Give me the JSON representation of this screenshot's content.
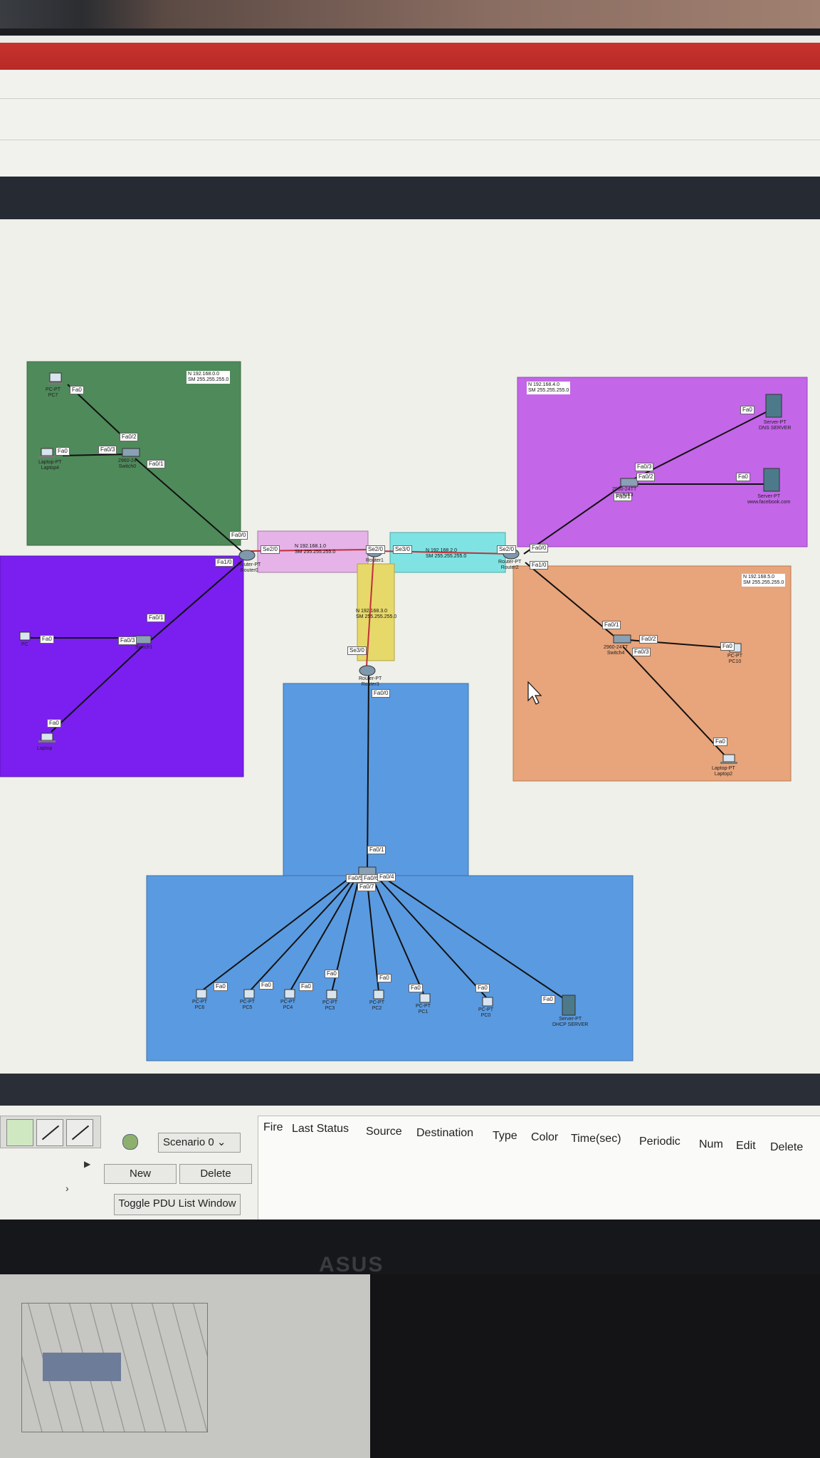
{
  "monitor": {
    "brand": "ASUS"
  },
  "topology": {
    "areas": {
      "top_left": {
        "network": "N 192.168.0.0",
        "mask": "SM 255.255.255.0",
        "color": "#4f8a5a"
      },
      "top_right": {
        "network": "N 192.168.4.0",
        "mask": "SM 255.255.255.0",
        "color": "#c366e8"
      },
      "mid_left": {
        "color": "#7a1ff0"
      },
      "mid_right": {
        "network": "N 192.168.5.0",
        "mask": "SM 255.255.255.0",
        "color": "#e8a47a"
      },
      "bottom": {
        "color": "#5a9ae0"
      },
      "link_left": {
        "network": "N 192.168.1.0",
        "mask": "SM 255.255.255.0",
        "color": "#e5b3e8"
      },
      "link_right": {
        "network": "N 192.168.2.0",
        "mask": "SM 255.255.255.0",
        "color": "#7fe3e3"
      },
      "link_down": {
        "network": "N 192.168.3.0",
        "mask": "SM 255.255.255.0",
        "color": "#e7d86a"
      }
    },
    "devices": {
      "pc7": "PC-PT\nPC7",
      "laptop4": "Laptop-PT\nLaptop4",
      "switch0": "2960-24\nSwitch0",
      "router0": "Router-PT\nRouter0",
      "router1": "Router1",
      "router2": "Router-PT\nRouter2",
      "router3": "Router-PT\nRouter3",
      "pc_left": "PC",
      "laptop_left": "Laptop",
      "switch_left": "Switch1",
      "dns_server": "Server-PT\nDNS SERVER",
      "web_server": "Server-PT\nwww.facebook.com",
      "switch_tr": "2960-24TT\nSwitch3",
      "switch_br": "2960-24TT\nSwitch4",
      "pc10": "PC-PT\nPC10",
      "laptop2": "Laptop-PT\nLaptop2",
      "dhcp_server": "Server-PT\nDHCP SERVER",
      "pcs_bottom": [
        "PC-PT\nPC6",
        "PC-PT\nPC5",
        "PC-PT\nPC4",
        "PC-PT\nPC3",
        "PC-PT\nPC2",
        "PC-PT\nPC1",
        "PC-PT\nPC0"
      ]
    },
    "ports": {
      "fa0": "Fa0",
      "fa0_1": "Fa0/1",
      "fa0_2": "Fa0/2",
      "fa0_3": "Fa0/3",
      "fa0_0": "Fa0/0",
      "fa1_0": "Fa1/0",
      "fa0_5": "Fa0/5",
      "fa0_6": "Fa0/6",
      "fa0_7": "Fa0/7",
      "fa0_4": "Fa0/4",
      "se2_0": "Se2/0",
      "se3_0": "Se3/0"
    }
  },
  "simulation": {
    "scenario": "Scenario 0",
    "new_label": "New",
    "delete_label": "Delete",
    "toggle_label": "Toggle PDU List Window",
    "columns": [
      "Fire",
      "Last Status",
      "Source",
      "Destination",
      "Type",
      "Color",
      "Time(sec)",
      "Periodic",
      "Num",
      "Edit",
      "Delete"
    ]
  }
}
